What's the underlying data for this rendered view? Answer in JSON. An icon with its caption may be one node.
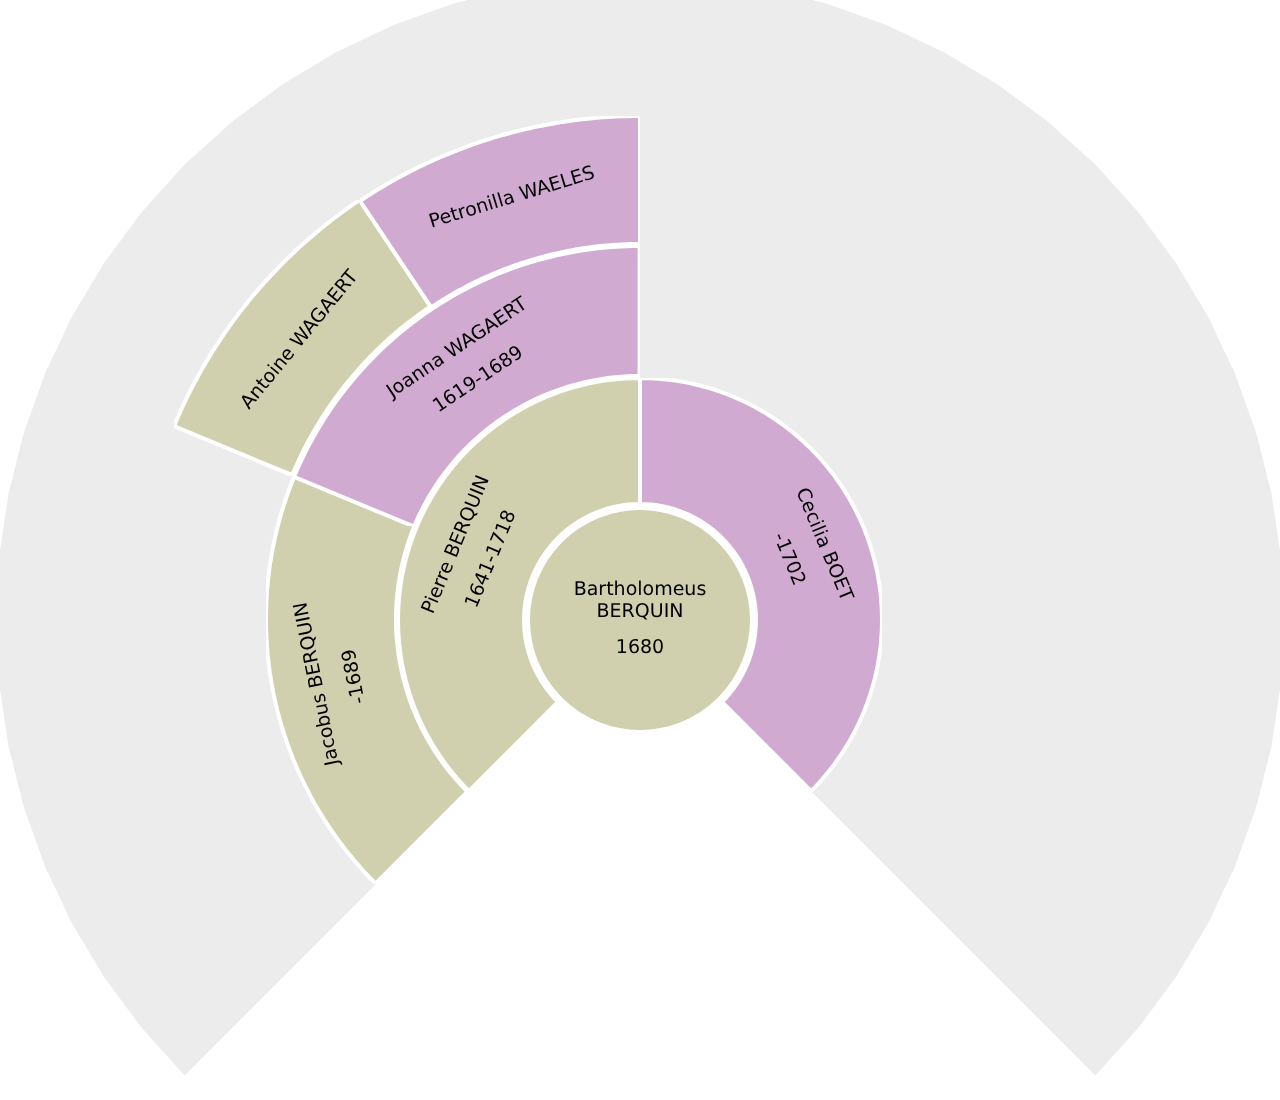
{
  "diagram": {
    "nodes": [
      {
        "text": [
          "Bartholomeus BERQUIN",
          "1680"
        ]
      },
      {
        "text": [
          "Pierre BERQUIN",
          "1641-1718"
        ]
      },
      {
        "text": [
          "Cecilia BOET",
          "-1702"
        ]
      },
      {
        "text": [
          "Jacobus BERQUIN",
          "-1689"
        ]
      },
      {
        "text": [
          "Joanna WAGAERT",
          "1619-1689"
        ]
      },
      {
        "text": [
          "Antoine WAGAERT"
        ]
      },
      {
        "text": [
          "Petronilla WAELES"
        ]
      }
    ]
  }
}
